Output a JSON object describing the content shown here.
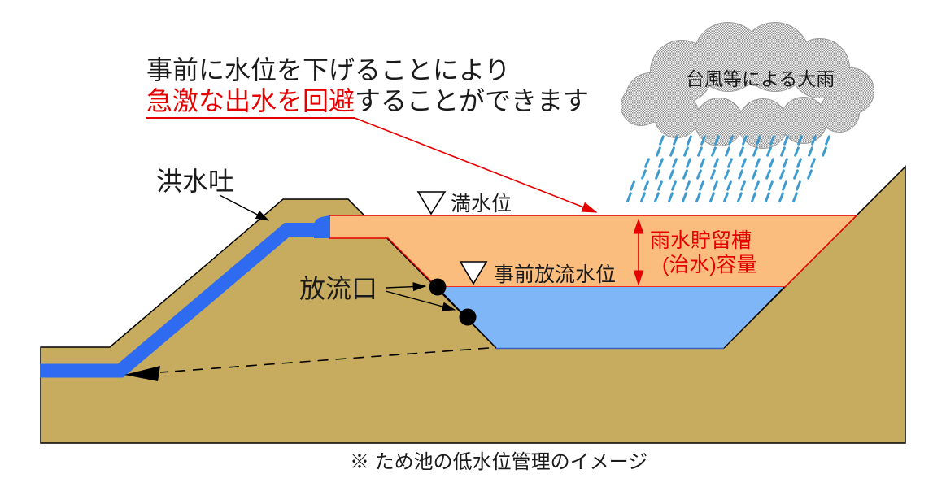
{
  "headline": {
    "line1": "事前に水位を下げることにより",
    "line2_red": "急激な出水を回避",
    "line2_black": "することができます"
  },
  "cloud": {
    "label": "台風等による大雨"
  },
  "labels": {
    "spillway": "洪水吐",
    "outlet": "放流口",
    "full_water_level": "満水位",
    "pre_release_level": "事前放流水位",
    "storage_line1": "雨水貯留槽",
    "storage_line2": "(治水)容量"
  },
  "caption": {
    "text": "※ ため池の低水位管理のイメージ"
  },
  "icons": {
    "full_level_marker": "inverted-triangle",
    "pre_release_level_marker": "inverted-triangle",
    "capacity_measure_arrow": "double-headed-vertical-arrow",
    "pipe_flow_arrow": "left-arrowhead"
  },
  "colors": {
    "red": "#e60000",
    "ground": "#C7AC5F",
    "water": "#7EB6F8",
    "spillway": "#2E6BF0",
    "storage": "#FBBD7E",
    "rain": "#3E9BD0",
    "cloudDot": "#8f8f8f"
  }
}
